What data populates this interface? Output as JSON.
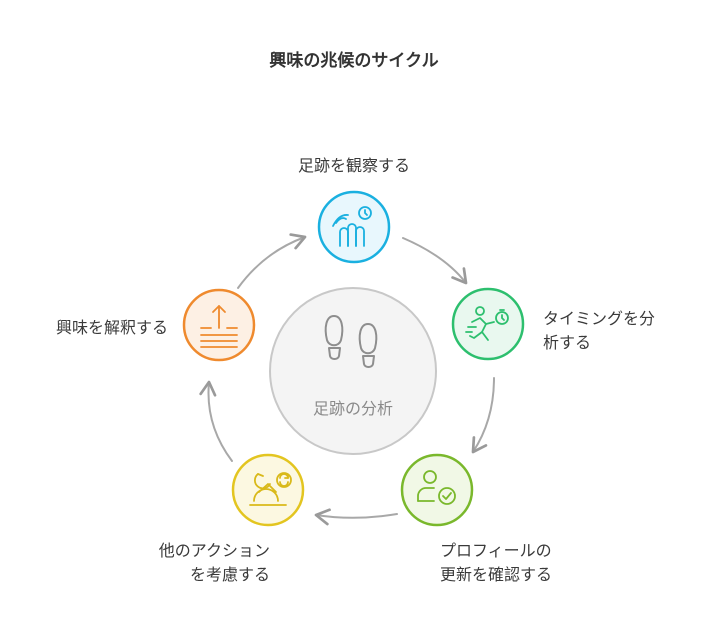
{
  "title": "興味の兆候のサイクル",
  "center": {
    "label": "足跡の分析",
    "icon": "footprints-icon"
  },
  "steps": [
    {
      "label_lines": [
        "足跡を観察する"
      ],
      "icon": "fingers-clock-icon",
      "color": "#1ab0e0",
      "fill": "#e8f7fd"
    },
    {
      "label_lines": [
        "タイミングを分",
        "析する"
      ],
      "icon": "running-stopwatch-icon",
      "color": "#2dbf6e",
      "fill": "#e9f8ef"
    },
    {
      "label_lines": [
        "プロフィールの",
        "更新を確認する"
      ],
      "icon": "user-check-icon",
      "color": "#7ab82c",
      "fill": "#f1f8e6"
    },
    {
      "label_lines": [
        "他のアクション",
        "を考慮する"
      ],
      "icon": "person-refresh-icon",
      "color": "#e3c520",
      "fill": "#fcf8e1"
    },
    {
      "label_lines": [
        "興味を解釈する"
      ],
      "icon": "sort-upload-icon",
      "color": "#ef8a2e",
      "fill": "#fdf0e4"
    }
  ]
}
